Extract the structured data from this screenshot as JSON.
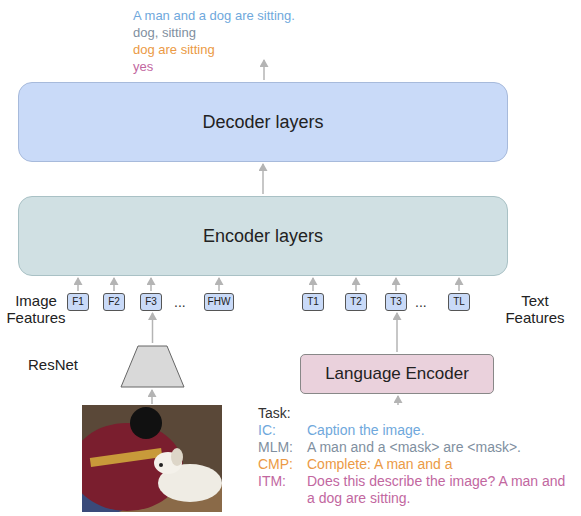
{
  "diagram": {
    "nodes": [
      {
        "text": [
          "Decoder layers"
        ]
      },
      {
        "text": [
          "Encoder layers"
        ]
      },
      {
        "text": [
          "F1"
        ]
      },
      {
        "text": [
          "F2"
        ]
      },
      {
        "text": [
          "F3"
        ]
      },
      {
        "text": [
          "FHW"
        ]
      },
      {
        "text": [
          "T1"
        ]
      },
      {
        "text": [
          "T2"
        ]
      },
      {
        "text": [
          "T3"
        ]
      },
      {
        "text": [
          "TL"
        ]
      },
      {
        "text": [
          "ResNet"
        ]
      },
      {
        "text": [
          "Language Encoder"
        ]
      }
    ],
    "edges": [
      {
        "from": 2,
        "to": 1,
        "arrow": "to"
      },
      {
        "from": 3,
        "to": 1,
        "arrow": "to"
      },
      {
        "from": 4,
        "to": 1,
        "arrow": "to"
      },
      {
        "from": 5,
        "to": 1,
        "arrow": "to"
      },
      {
        "from": 6,
        "to": 1,
        "arrow": "to"
      },
      {
        "from": 7,
        "to": 1,
        "arrow": "to"
      },
      {
        "from": 8,
        "to": 1,
        "arrow": "to"
      },
      {
        "from": 9,
        "to": 1,
        "arrow": "to"
      },
      {
        "from": 1,
        "to": 0,
        "arrow": "to"
      },
      {
        "from": 10,
        "to": 4,
        "arrow": "to"
      },
      {
        "from": 11,
        "to": 8,
        "arrow": "to"
      }
    ],
    "labels": [
      "A man and a dog are sitting.",
      "dog, sitting",
      "dog are sitting",
      "yes",
      "Image Features",
      "...",
      "...",
      "Text Features",
      "Task:",
      "IC:",
      "Caption the image.",
      "MLM:",
      "A man and a <mask> are <mask>.",
      "CMP:",
      "Complete: A man and a",
      "ITM:",
      "Does this describe the image? A man and a dog are sitting."
    ]
  }
}
